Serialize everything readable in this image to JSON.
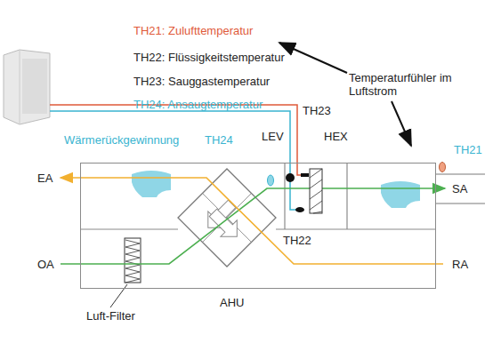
{
  "diagram": {
    "nodes": [
      {
        "text": [
          "AHU"
        ]
      }
    ],
    "labels": [
      "TH21: Zulufttemperatur",
      "TH22: Flüssigkeitstemperatur",
      "TH23: Sauggastemperatur",
      "TH24: Ansaugtemperatur",
      "Temperaturfühler im Luftstrom",
      "Wärmerückgewinnung",
      "TH24",
      "LEV",
      "TH23",
      "HEX",
      "TH21",
      "EA",
      "SA",
      "OA",
      "RA",
      "TH22",
      "Luft-Filter"
    ]
  }
}
